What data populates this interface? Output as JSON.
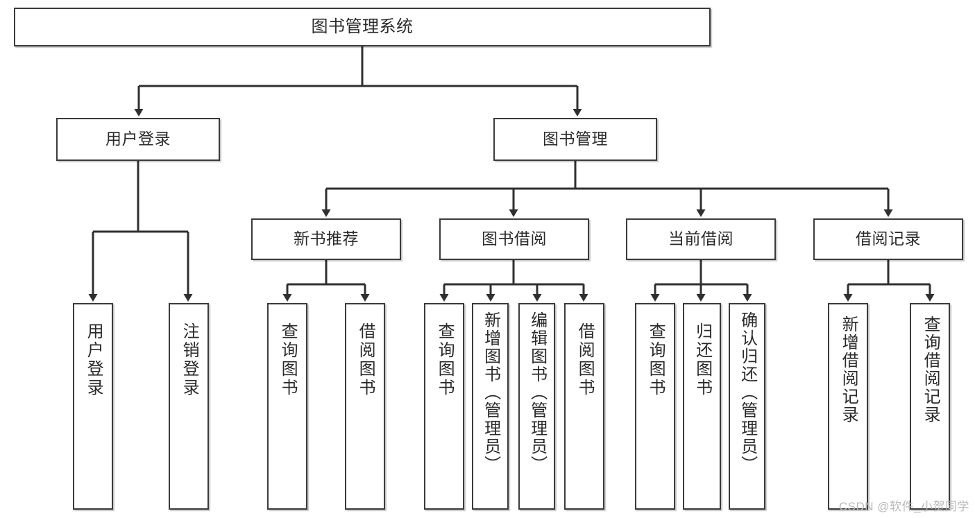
{
  "diagram": {
    "type": "tree",
    "title": "图书管理系统",
    "root": {
      "label": "图书管理系统"
    },
    "level2": [
      {
        "label": "用户登录"
      },
      {
        "label": "图书管理"
      }
    ],
    "level3": [
      {
        "label": "新书推荐"
      },
      {
        "label": "图书借阅"
      },
      {
        "label": "当前借阅"
      },
      {
        "label": "借阅记录"
      }
    ],
    "leaves": {
      "user_login": [
        {
          "label": "用户登录"
        },
        {
          "label": "注销登录"
        }
      ],
      "new_book_recommend": [
        {
          "label": "查询图书"
        },
        {
          "label": "借阅图书"
        }
      ],
      "book_borrow": [
        {
          "label": "查询图书"
        },
        {
          "label": "新增图书（管理员）"
        },
        {
          "label": "编辑图书（管理员）"
        },
        {
          "label": "借阅图书"
        }
      ],
      "current_borrow": [
        {
          "label": "查询图书"
        },
        {
          "label": "归还图书"
        },
        {
          "label": "确认归还（管理员）"
        }
      ],
      "borrow_record": [
        {
          "label": "新增借阅记录"
        },
        {
          "label": "查询借阅记录"
        }
      ]
    }
  },
  "watermark": {
    "text": "CSDN @软件_小贺同学"
  },
  "colors": {
    "border": "#3b3b3b",
    "text": "#2a2a2a",
    "background": "#ffffff",
    "watermark": "#b9b9b9"
  }
}
